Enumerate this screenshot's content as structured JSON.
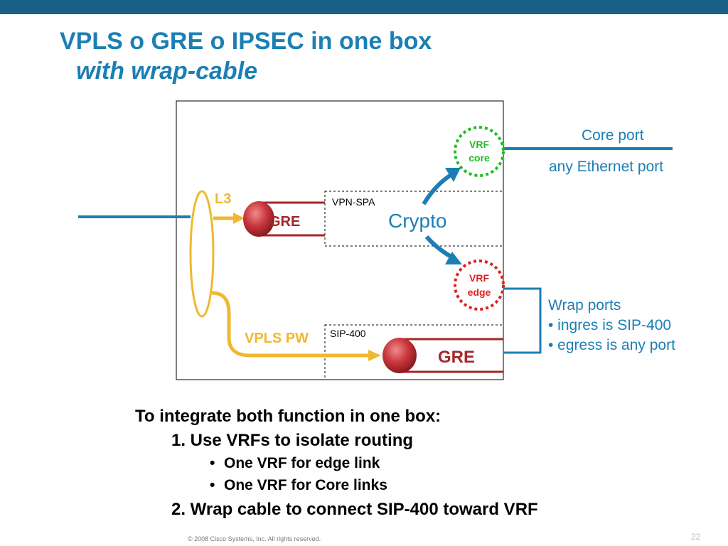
{
  "slide": {
    "title": "VPLS o GRE o IPSEC in one box",
    "subtitle": "with wrap-cable",
    "footer": "© 2008 Cisco Systems, Inc. All rights reserved.",
    "page_number": "22"
  },
  "diagram": {
    "l3_label": "L3",
    "vpls_pw_label": "VPLS PW",
    "gre_top_label": "GRE",
    "gre_bottom_label": "GRE",
    "vpn_spa_label": "VPN-SPA",
    "sip400_label": "SIP-400",
    "crypto_label": "Crypto",
    "vrf_core_line1": "VRF",
    "vrf_core_line2": "core",
    "vrf_edge_line1": "VRF",
    "vrf_edge_line2": "edge",
    "core_port_label": "Core port",
    "any_ethernet_label": "any Ethernet port",
    "wrap_ports_title": "Wrap ports",
    "wrap_ports_items": [
      "• ingres is SIP-400",
      "• egress is any port"
    ],
    "colors": {
      "accent_blue": "#1b7fb4",
      "gre_red": "#a6262a",
      "vrf_core_green": "#22bb22",
      "vrf_edge_red": "#dd2222",
      "vpls_yellow": "#f0b830"
    }
  },
  "notes": {
    "intro": "To integrate both function in one box:",
    "item1": "1.  Use VRFs to isolate routing",
    "bullets": [
      "One VRF for edge link",
      "One VRF for Core links"
    ],
    "item2": "2.  Wrap cable to connect SIP-400 toward VRF"
  }
}
